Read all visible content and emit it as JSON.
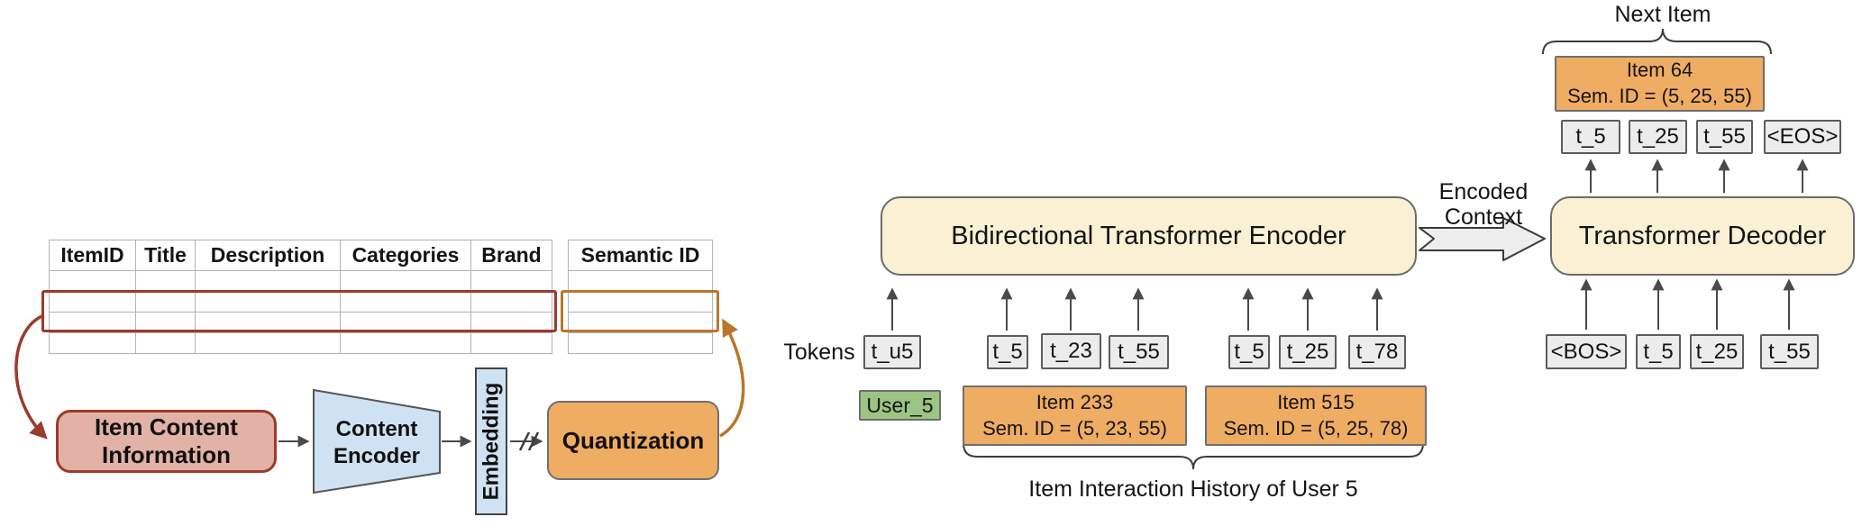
{
  "left": {
    "table": {
      "headers": [
        "ItemID",
        "Title",
        "Description",
        "Categories",
        "Brand"
      ]
    },
    "semantic_table": {
      "header": "Semantic ID"
    },
    "flow": {
      "item_content_information": "Item Content Information",
      "content_encoder": "Content Encoder",
      "embedding": "Embedding",
      "quantization": "Quantization",
      "broken_link_symbol": "//"
    }
  },
  "right": {
    "tokens_label": "Tokens",
    "encoder_label": "Bidirectional Transformer Encoder",
    "decoder_label": "Transformer Decoder",
    "encoded_context": [
      "Encoded",
      "Context"
    ],
    "encoder_tokens": [
      "t_u5",
      "t_5",
      "t_23",
      "t_55",
      "t_5",
      "t_25",
      "t_78"
    ],
    "user_box": "User_5",
    "items": [
      {
        "name": "Item 233",
        "sem_id": "Sem. ID = (5, 23, 55)"
      },
      {
        "name": "Item 515",
        "sem_id": "Sem. ID = (5, 25, 78)"
      }
    ],
    "history_label": "Item Interaction History of User 5",
    "next_item_label": "Next Item",
    "next_item": {
      "name": "Item 64",
      "sem_id": "Sem. ID = (5, 25, 55)"
    },
    "decoder_output_tokens": [
      "t_5",
      "t_25",
      "t_55",
      "<EOS>"
    ],
    "decoder_input_tokens": [
      "<BOS>",
      "t_5",
      "t_25",
      "t_55"
    ]
  },
  "colors": {
    "cream_box": "#faf1d4",
    "orange_box": "#efac63",
    "green_box": "#9cc584",
    "pink_box": "#e3b2a6",
    "blue_shape": "#cfe2f3",
    "token_gray": "#ececec",
    "dark_red_accent": "#9a3b2b",
    "dark_orange_accent": "#b9772c"
  }
}
